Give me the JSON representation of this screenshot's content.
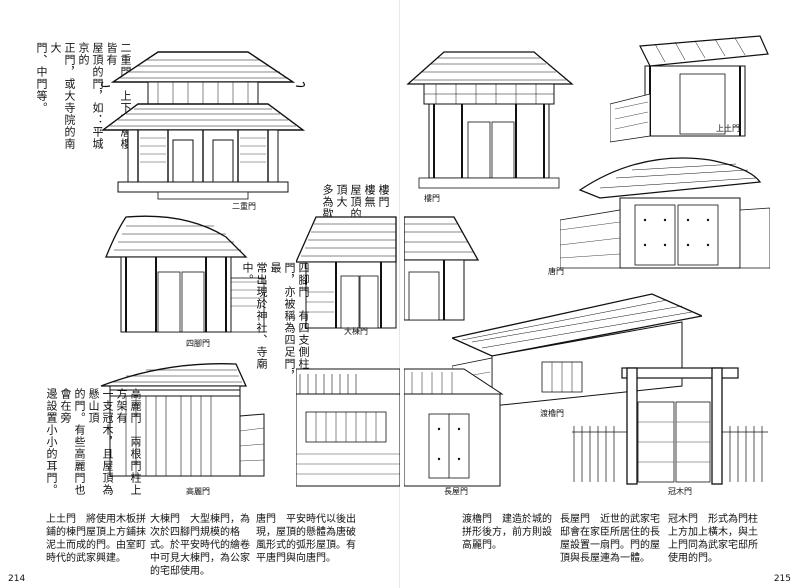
{
  "left_page": {
    "page_number": "214",
    "vertical_columns": [
      "二重門　上下兩層樓皆有",
      "屋頂的門，如：平城京的",
      "正門，或大寺院的南大",
      "門、中門等。"
    ],
    "vertical_columns_2": [
      "樓門　多層樓的下層樓無",
      "屋頂的門，上層的屋頂大",
      "多為歇山頂。"
    ],
    "vertical_columns_3": [
      "四腳門　有四支側柱的",
      "門，亦被稱為四足門，最",
      "常出現於神社、寺廟中。"
    ],
    "vertical_columns_4": [
      "高麗門　兩根門柱上方架有",
      "一支冠木，且屋頂為懸山頂",
      "的門。有些高麗門也會在旁",
      "邊設置小小的耳門。"
    ],
    "bottom_blocks": [
      {
        "lines": [
          "上土門　將使用木板拼",
          "鋪的棟門屋頂上方鋪抹",
          "泥土而成的門。由室町",
          "時代的武家興建。"
        ]
      },
      {
        "lines": [
          "大棟門　大型棟門，為",
          "次於四腳門規模的格",
          "式。於平安時代的繪卷",
          "中可見大棟門，為公家",
          "的宅邸使用。"
        ]
      },
      {
        "lines": [
          "唐門　平安時代以後出",
          "現，屋頂的懸體為唐破",
          "風形式的弧形屋頂。有",
          "平唐門與向唐門。"
        ]
      }
    ],
    "captions": {
      "nijumon": "二重門",
      "romon": "樓門",
      "shikyakumon": "四腳門",
      "omunemon": "大棟門",
      "koraimon": "高麗門",
      "nagayamon": "長屋門"
    }
  },
  "right_page": {
    "page_number": "215",
    "bottom_blocks": [
      {
        "lines": [
          "渡櫓門　建造於城的",
          "拼形後方，前方則設",
          "高麗門。"
        ]
      },
      {
        "lines": [
          "長屋門　近世的武家宅",
          "邸會在家臣所居住的長",
          "屋設置一扇門。門的屋",
          "頂與長屋連為一體。"
        ]
      },
      {
        "lines": [
          "冠木門　形式為門柱",
          "上方加上橫木，與土",
          "上門同為武家宅邸所",
          "使用的門。"
        ]
      }
    ],
    "captions": {
      "agetsuchimon": "上土門",
      "karamon": "唐門",
      "watariyaguramon": "渡櫓門",
      "kabukimon": "冠木門"
    }
  }
}
